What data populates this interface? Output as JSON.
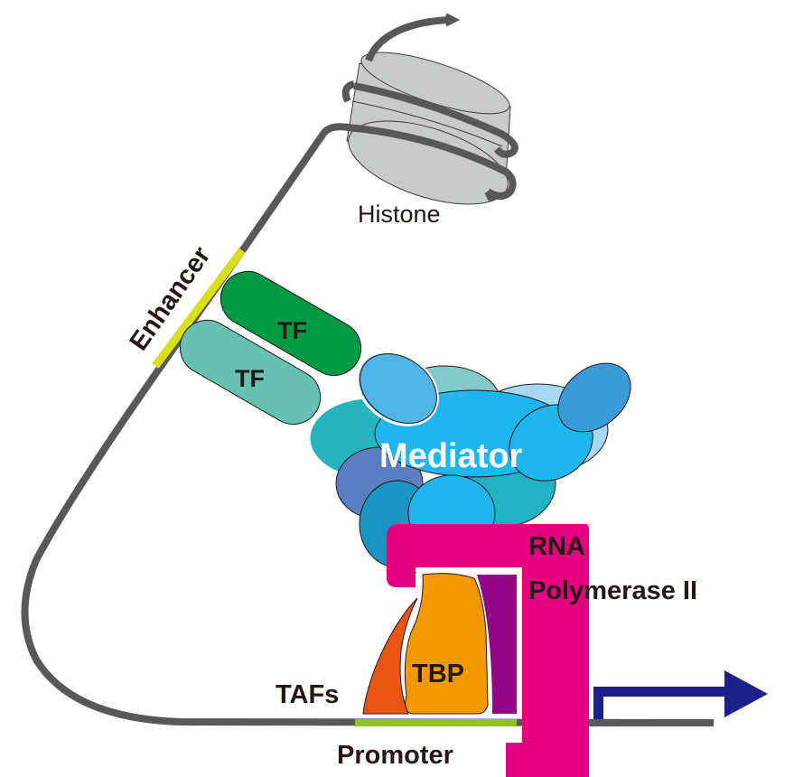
{
  "labels": {
    "histone": "Histone",
    "enhancer": "Enhancer",
    "tf_top": "TF",
    "tf_bottom": "TF",
    "mediator": "Mediator",
    "rna_line1": "RNA",
    "rna_line2": "Polymerase II",
    "tbp": "TBP",
    "tafs": "TAFs",
    "promoter": "Promoter"
  },
  "colors": {
    "dna": "#595757",
    "histone": "#c9caca",
    "enhancer": "#d7e01a",
    "promoter": "#8fc31f",
    "tf_top": "#009944",
    "tf_bottom": "#67c1b3",
    "rna_pol": "#e4007f",
    "tbp": "#f39800",
    "tafs": "#ea5514",
    "purple_subunit": "#920783",
    "arrow": "#1d2088",
    "mediator_subunits": [
      "#4fb5e6",
      "#82c9ca",
      "#a6d8f3",
      "#3a9ad7",
      "#27b4be",
      "#1eb6ec",
      "#5b7ec0",
      "#1a94c2",
      "#21b2c4"
    ]
  }
}
